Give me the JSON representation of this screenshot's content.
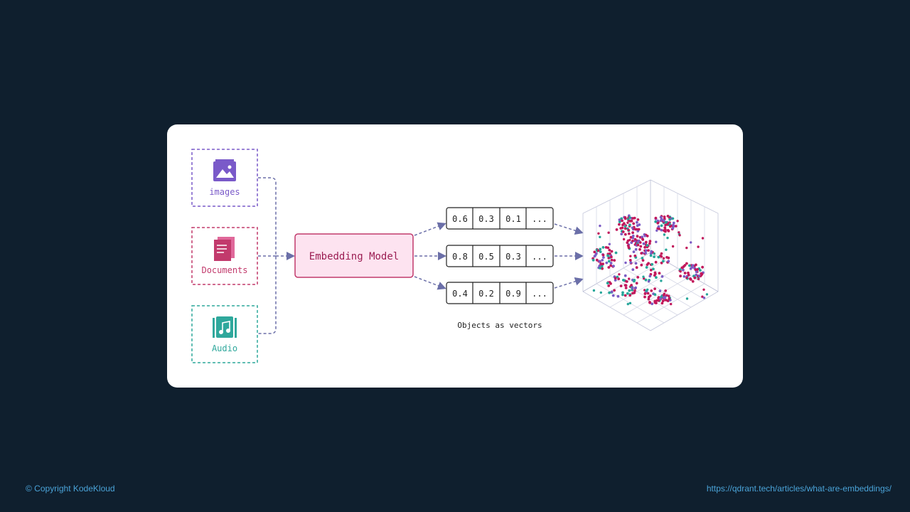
{
  "inputs": [
    {
      "label": "images",
      "color": "#7a5ac9",
      "icon": "image-icon"
    },
    {
      "label": "Documents",
      "color": "#c23a6c",
      "icon": "document-icon"
    },
    {
      "label": "Audio",
      "color": "#2fa89c",
      "icon": "music-icon"
    }
  ],
  "model": {
    "label": "Embedding Model",
    "fill": "#fde3f0",
    "stroke": "#c23a6c",
    "text_color": "#9b1d52"
  },
  "vectors": [
    [
      "0.6",
      "0.3",
      "0.1",
      "..."
    ],
    [
      "0.8",
      "0.5",
      "0.3",
      "..."
    ],
    [
      "0.4",
      "0.2",
      "0.9",
      "..."
    ]
  ],
  "vectors_caption": "Objects as vectors",
  "arrow_color": "#6b6fa8",
  "scatter_colors": [
    "#c2185b",
    "#7b5cc4",
    "#26a69a"
  ],
  "footer": {
    "copyright": "© Copyright KodeKloud",
    "source_url": "https://qdrant.tech/articles/what-are-embeddings/"
  }
}
